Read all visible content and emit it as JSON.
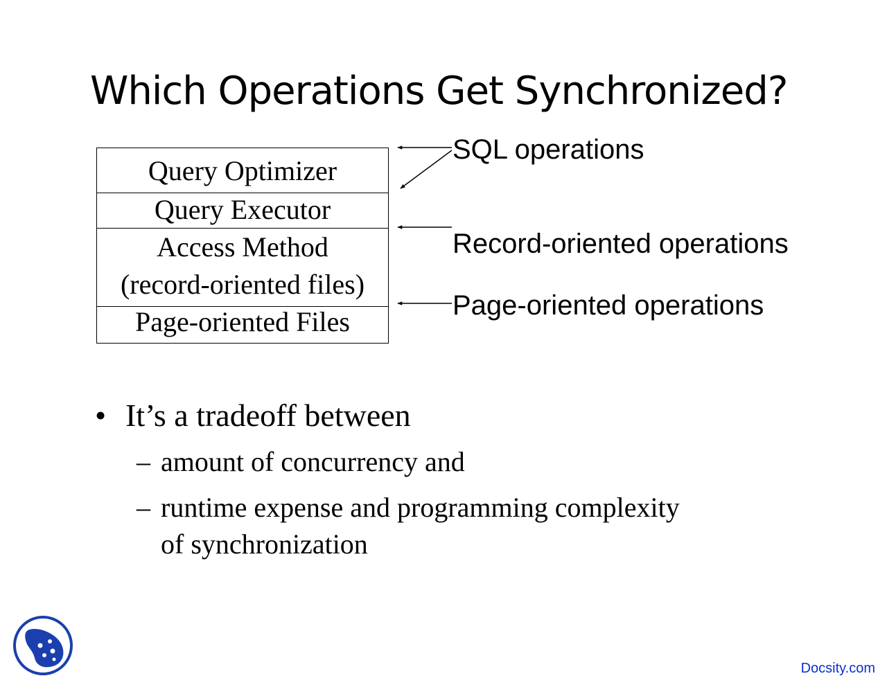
{
  "title": "Which Operations Get Synchronized?",
  "stack": {
    "layers": [
      {
        "label": "Query Optimizer"
      },
      {
        "label": "Query Executor"
      },
      {
        "label": "Access Method",
        "sub": "(record-oriented files)"
      },
      {
        "label": "Page-oriented Files"
      }
    ]
  },
  "annotations": {
    "sql": "SQL operations",
    "record": "Record-oriented operations",
    "page": "Page-oriented operations"
  },
  "bullets": {
    "main": "It’s a tradeoff between",
    "bullet_symbol": "•",
    "dash": "–",
    "sub1": "amount of concurrency and",
    "sub2_line1": "runtime expense and programming complexity",
    "sub2_line2": "of synchronization"
  },
  "footer": {
    "site": "Docsity.com",
    "logo_icon": "docsity-logo-icon",
    "logo_color": "#1b3fae"
  }
}
